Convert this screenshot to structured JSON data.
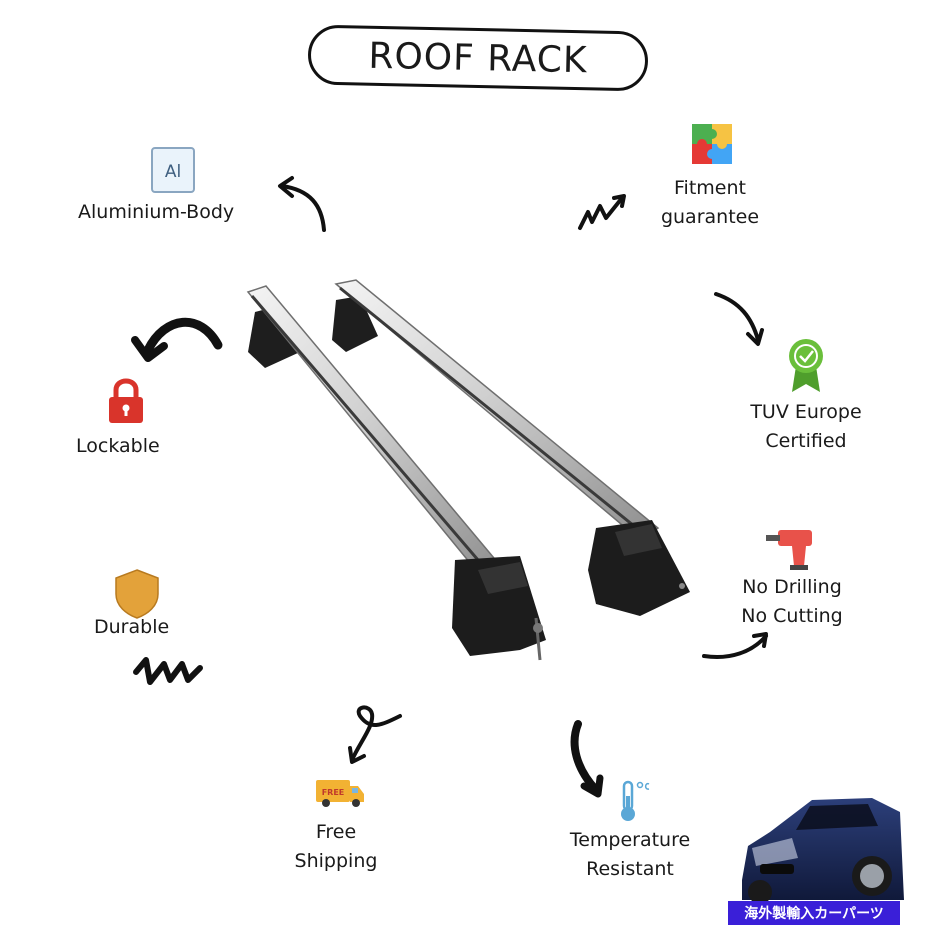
{
  "title": "ROOF RACK",
  "features": {
    "aluminium": "Aluminium-Body",
    "aluminium_symbol": "Al",
    "fitment_line1": "Fitment",
    "fitment_line2": "guarantee",
    "lockable": "Lockable",
    "tuv_line1": "TUV Europe",
    "tuv_line2": "Certified",
    "durable": "Durable",
    "nodrill_line1": "No Drilling",
    "nodrill_line2": "No Cutting",
    "shipping_line1": "Free",
    "shipping_line2": "Shipping",
    "truck_badge": "FREE",
    "temp_line1": "Temperature",
    "temp_line2": "Resistant"
  },
  "badge": {
    "text": "海外製輸入カーパーツ"
  },
  "icons": {
    "aluminium": "aluminium-element-icon",
    "fitment": "puzzle-icon",
    "lockable": "padlock-icon",
    "tuv": "certified-ribbon-icon",
    "durable": "shield-icon",
    "nodrill": "drill-icon",
    "shipping": "delivery-truck-icon",
    "temperature": "thermometer-icon"
  },
  "colors": {
    "lock_red": "#d9342b",
    "shield_orange": "#e3a23a",
    "ribbon_green": "#6abf3b",
    "drill_red": "#e8524a",
    "truck_yellow": "#f2b233",
    "thermo_blue": "#5aa7d6",
    "badge_blue": "#3a1fd8"
  }
}
